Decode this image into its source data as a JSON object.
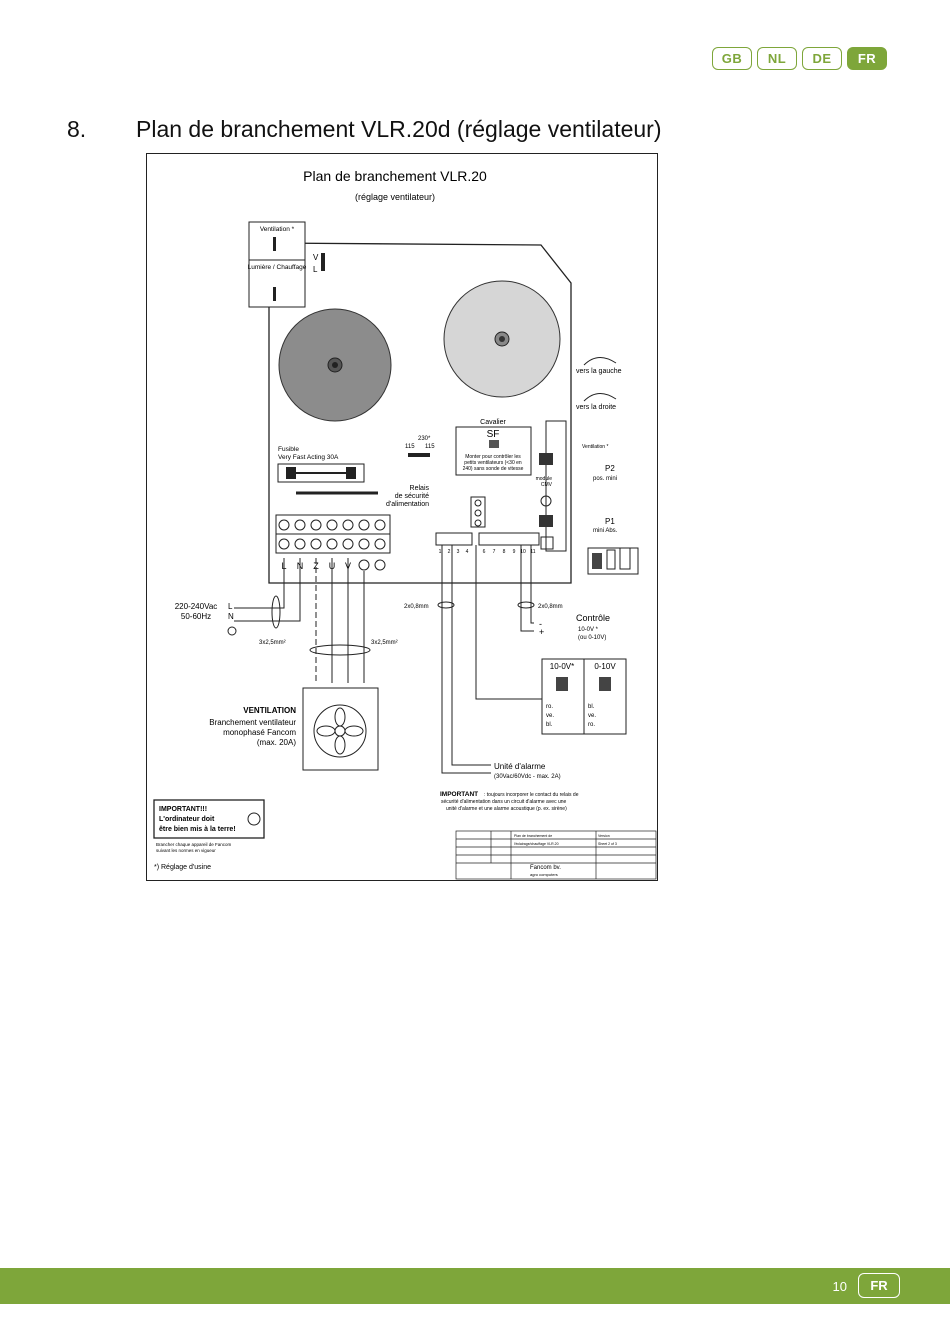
{
  "languages": [
    {
      "code": "GB",
      "active": false
    },
    {
      "code": "NL",
      "active": false
    },
    {
      "code": "DE",
      "active": false
    },
    {
      "code": "FR",
      "active": true
    }
  ],
  "section": {
    "number": "8.",
    "title": "Plan de branchement VLR.20d (réglage ventilateur)"
  },
  "diagram": {
    "title": "Plan de branchement VLR.20",
    "subtitle": "(réglage ventilateur)",
    "jumper_box": {
      "top": "Ventilation *",
      "bottom": "Lumière / Chauffage"
    },
    "vl_labels": [
      "V",
      "L"
    ],
    "rotation": {
      "left": "vers la gauche",
      "right": "vers la droite"
    },
    "fuse": {
      "label": "Fusible",
      "spec": "Very Fast Acting 30A"
    },
    "voltage_select": {
      "top": "230*",
      "left": "115",
      "right": "115"
    },
    "cavalier": {
      "title": "Cavalier",
      "code": "SF",
      "note": "Monter pour contrôler les petits ventilateurs (<30 en 240) sans sonde de vitesse"
    },
    "relay_label": "Relais de sécurité d'alimentation",
    "module_label": "module CMV",
    "ventilation_star": "Ventilation *",
    "p2": {
      "name": "P2",
      "desc": "pos. mini"
    },
    "p1": {
      "name": "P1",
      "desc": "mini Abs."
    },
    "terminal_labels": [
      "L",
      "N",
      "Z",
      "U",
      "V"
    ],
    "small_terminal_numbers": [
      "1",
      "2",
      "3",
      "4",
      "6",
      "7",
      "8",
      "9",
      "10",
      "11"
    ],
    "supply": {
      "voltage": "220-240Vac",
      "freq": "50-60Hz",
      "l": "L",
      "n": "N",
      "cable": "3x2,5mm²"
    },
    "cable_vent": "3x2,5mm²",
    "cable_a": "2x0,8mm",
    "cable_b": "2x0,8mm",
    "controle": {
      "title": "Contrôle",
      "minus": "-",
      "plus": "+",
      "range1": "10-0V *",
      "range2": "(ou 0-10V)"
    },
    "setting_boxes": [
      {
        "title": "10-0V*",
        "rows": [
          "ro.",
          "ve.",
          "bl."
        ]
      },
      {
        "title": "0-10V",
        "rows": [
          "bl.",
          "ve.",
          "ro."
        ]
      }
    ],
    "ventilation": {
      "title": "VENTILATION",
      "line1": "Branchement ventilateur",
      "line2": "monophasé Fancom",
      "line3": "(max. 20A)",
      "terminals": [
        "Z",
        "U",
        "V"
      ]
    },
    "alarm": {
      "title": "Unité d'alarme",
      "spec": "(30Vac/60Vdc - max. 2A)"
    },
    "important": {
      "label": "IMPORTANT",
      "text1": ": toujours incorporer le contact du relais de",
      "text2": "sécurité d'alimentation dans un circuit d'alarme avec une",
      "text3": "unité d'alarme et une alarme acoustique (p. ex. sirène)"
    },
    "warning": {
      "l1": "IMPORTANT!!!",
      "l2": "L'ordinateur doit",
      "l3": "être bien mis à la terre!"
    },
    "connect_note": {
      "l1": "Brancher chaque appareil de Fancom",
      "l2": "suivant les normes en vigueur"
    },
    "factory_note": "*) Réglage d'usine",
    "titleblock": {
      "company": "Fancom bv.",
      "tagline": "agro computers",
      "project": "Plan de branchement de",
      "subject": "l'éclairage/chauffage VLR.20",
      "sheet": "Sheet 2 of 3",
      "version": "Version"
    }
  },
  "footer": {
    "page": "10",
    "lang": "FR"
  }
}
